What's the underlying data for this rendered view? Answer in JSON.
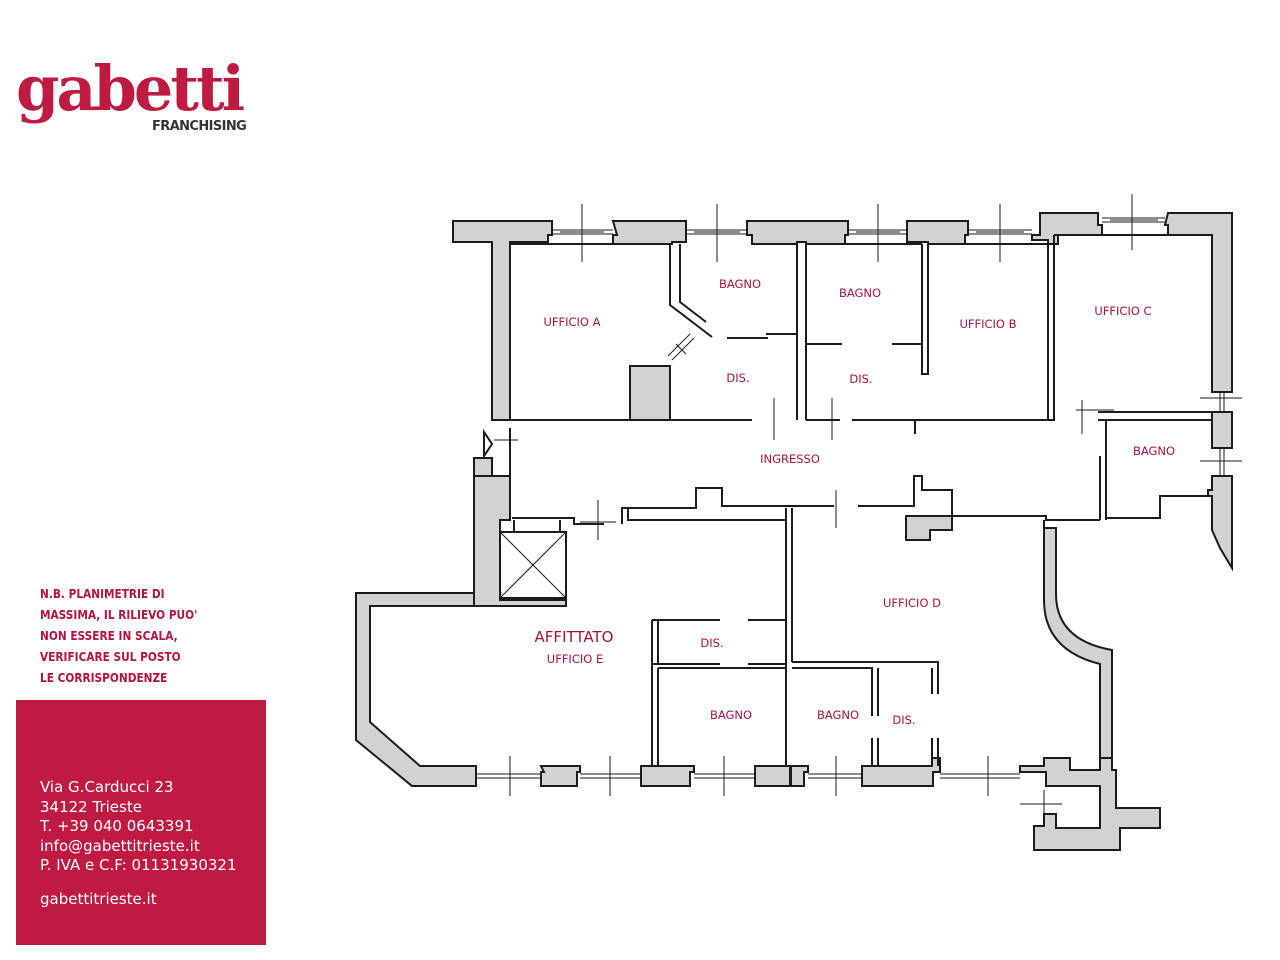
{
  "brand": {
    "name": "gabetti",
    "subtitle": "FRANCHISING",
    "color": "#be1a42"
  },
  "note": {
    "lines": [
      "N.B. PLANIMETRIE DI",
      "MASSIMA, IL RILIEVO PUO'",
      "NON ESSERE IN SCALA,",
      "VERIFICARE SUL POSTO",
      "LE CORRISPONDENZE"
    ]
  },
  "contact": {
    "address": "Via G.Carducci 23",
    "city": "34122 Trieste",
    "phone": "T. +39 040 0643391",
    "email": "info@gabettitrieste.it",
    "vat": "P. IVA e C.F: 01131930321",
    "website": "gabettitrieste.it"
  },
  "plan": {
    "rooms": {
      "ufficio_a": "UFFICIO A",
      "bagno_1": "BAGNO",
      "dis_1": "DIS.",
      "bagno_2": "BAGNO",
      "dis_2": "DIS.",
      "ufficio_b": "UFFICIO B",
      "ufficio_c": "UFFICIO C",
      "bagno_3": "BAGNO",
      "ingresso": "INGRESSO",
      "affittato": "AFFITTATO",
      "ufficio_e": "UFFICIO E",
      "dis_3": "DIS.",
      "bagno_4": "BAGNO",
      "ufficio_d": "UFFICIO D",
      "bagno_5": "BAGNO",
      "dis_4": "DIS."
    }
  }
}
